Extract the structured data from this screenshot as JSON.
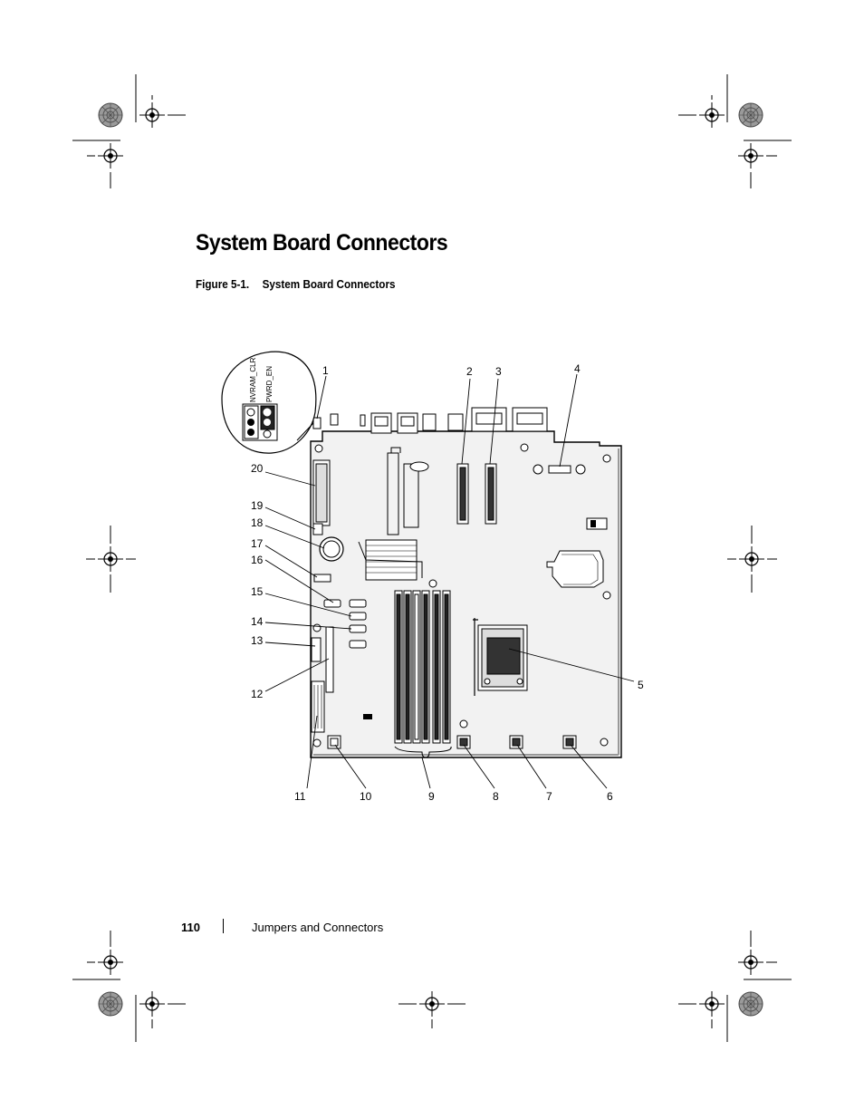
{
  "page": {
    "title": "System Board Connectors",
    "figure_number": "Figure 5-1.",
    "figure_title": "System Board Connectors",
    "page_number": "110",
    "section_name": "Jumpers and Connectors"
  },
  "figure": {
    "jumper_labels": [
      "NVRAM_CLR",
      "PWRD_EN"
    ],
    "callouts": [
      "1",
      "2",
      "3",
      "4",
      "5",
      "6",
      "7",
      "8",
      "9",
      "10",
      "11",
      "12",
      "13",
      "14",
      "15",
      "16",
      "17",
      "18",
      "19",
      "20"
    ]
  }
}
